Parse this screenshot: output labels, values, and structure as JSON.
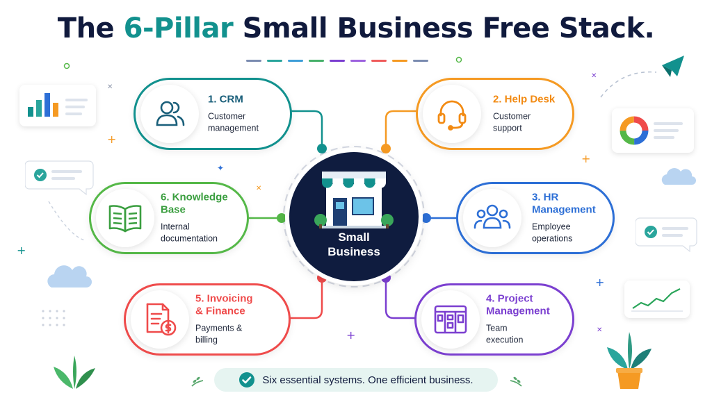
{
  "title": {
    "prefix": "The ",
    "highlight": "6-Pillar",
    "suffix": " Small Business Free Stack."
  },
  "colors": {
    "navy": "#101a3d",
    "teal": "#12918e",
    "orange": "#f59a23",
    "blue": "#2d6fd6",
    "purple": "#7b3fd0",
    "red": "#ef4b4b",
    "green": "#55b848"
  },
  "hub": {
    "label_line1": "Small",
    "label_line2": "Business",
    "icon": "storefront-icon"
  },
  "pillars": [
    {
      "id": "crm",
      "title": "1. CRM",
      "desc_line1": "Customer",
      "desc_line2": "management",
      "icon": "users-icon",
      "color": "#12918e"
    },
    {
      "id": "helpdesk",
      "title": "2. Help Desk",
      "desc_line1": "Customer",
      "desc_line2": "support",
      "icon": "headset-icon",
      "color": "#f59a23"
    },
    {
      "id": "hr",
      "title_line1": "3. HR",
      "title_line2": "Management",
      "desc_line1": "Employee",
      "desc_line2": "operations",
      "icon": "team-icon",
      "color": "#2d6fd6"
    },
    {
      "id": "project",
      "title_line1": "4. Project",
      "title_line2": "Management",
      "desc_line1": "Team",
      "desc_line2": "execution",
      "icon": "kanban-board-icon",
      "color": "#7b3fd0"
    },
    {
      "id": "invoicing",
      "title_line1": "5. Invoicing",
      "title_line2": "& Finance",
      "desc_line1": "Payments &",
      "desc_line2": "billing",
      "icon": "invoice-icon",
      "color": "#ef4b4b"
    },
    {
      "id": "knowledge",
      "title_line1": "6. Knowledge",
      "title_line2": "Base",
      "desc_line1": "Internal",
      "desc_line2": "documentation",
      "icon": "open-book-icon",
      "color": "#55b848"
    }
  ],
  "footer": {
    "tagline": "Six essential systems. One efficient business.",
    "icon": "check-circle-icon"
  }
}
